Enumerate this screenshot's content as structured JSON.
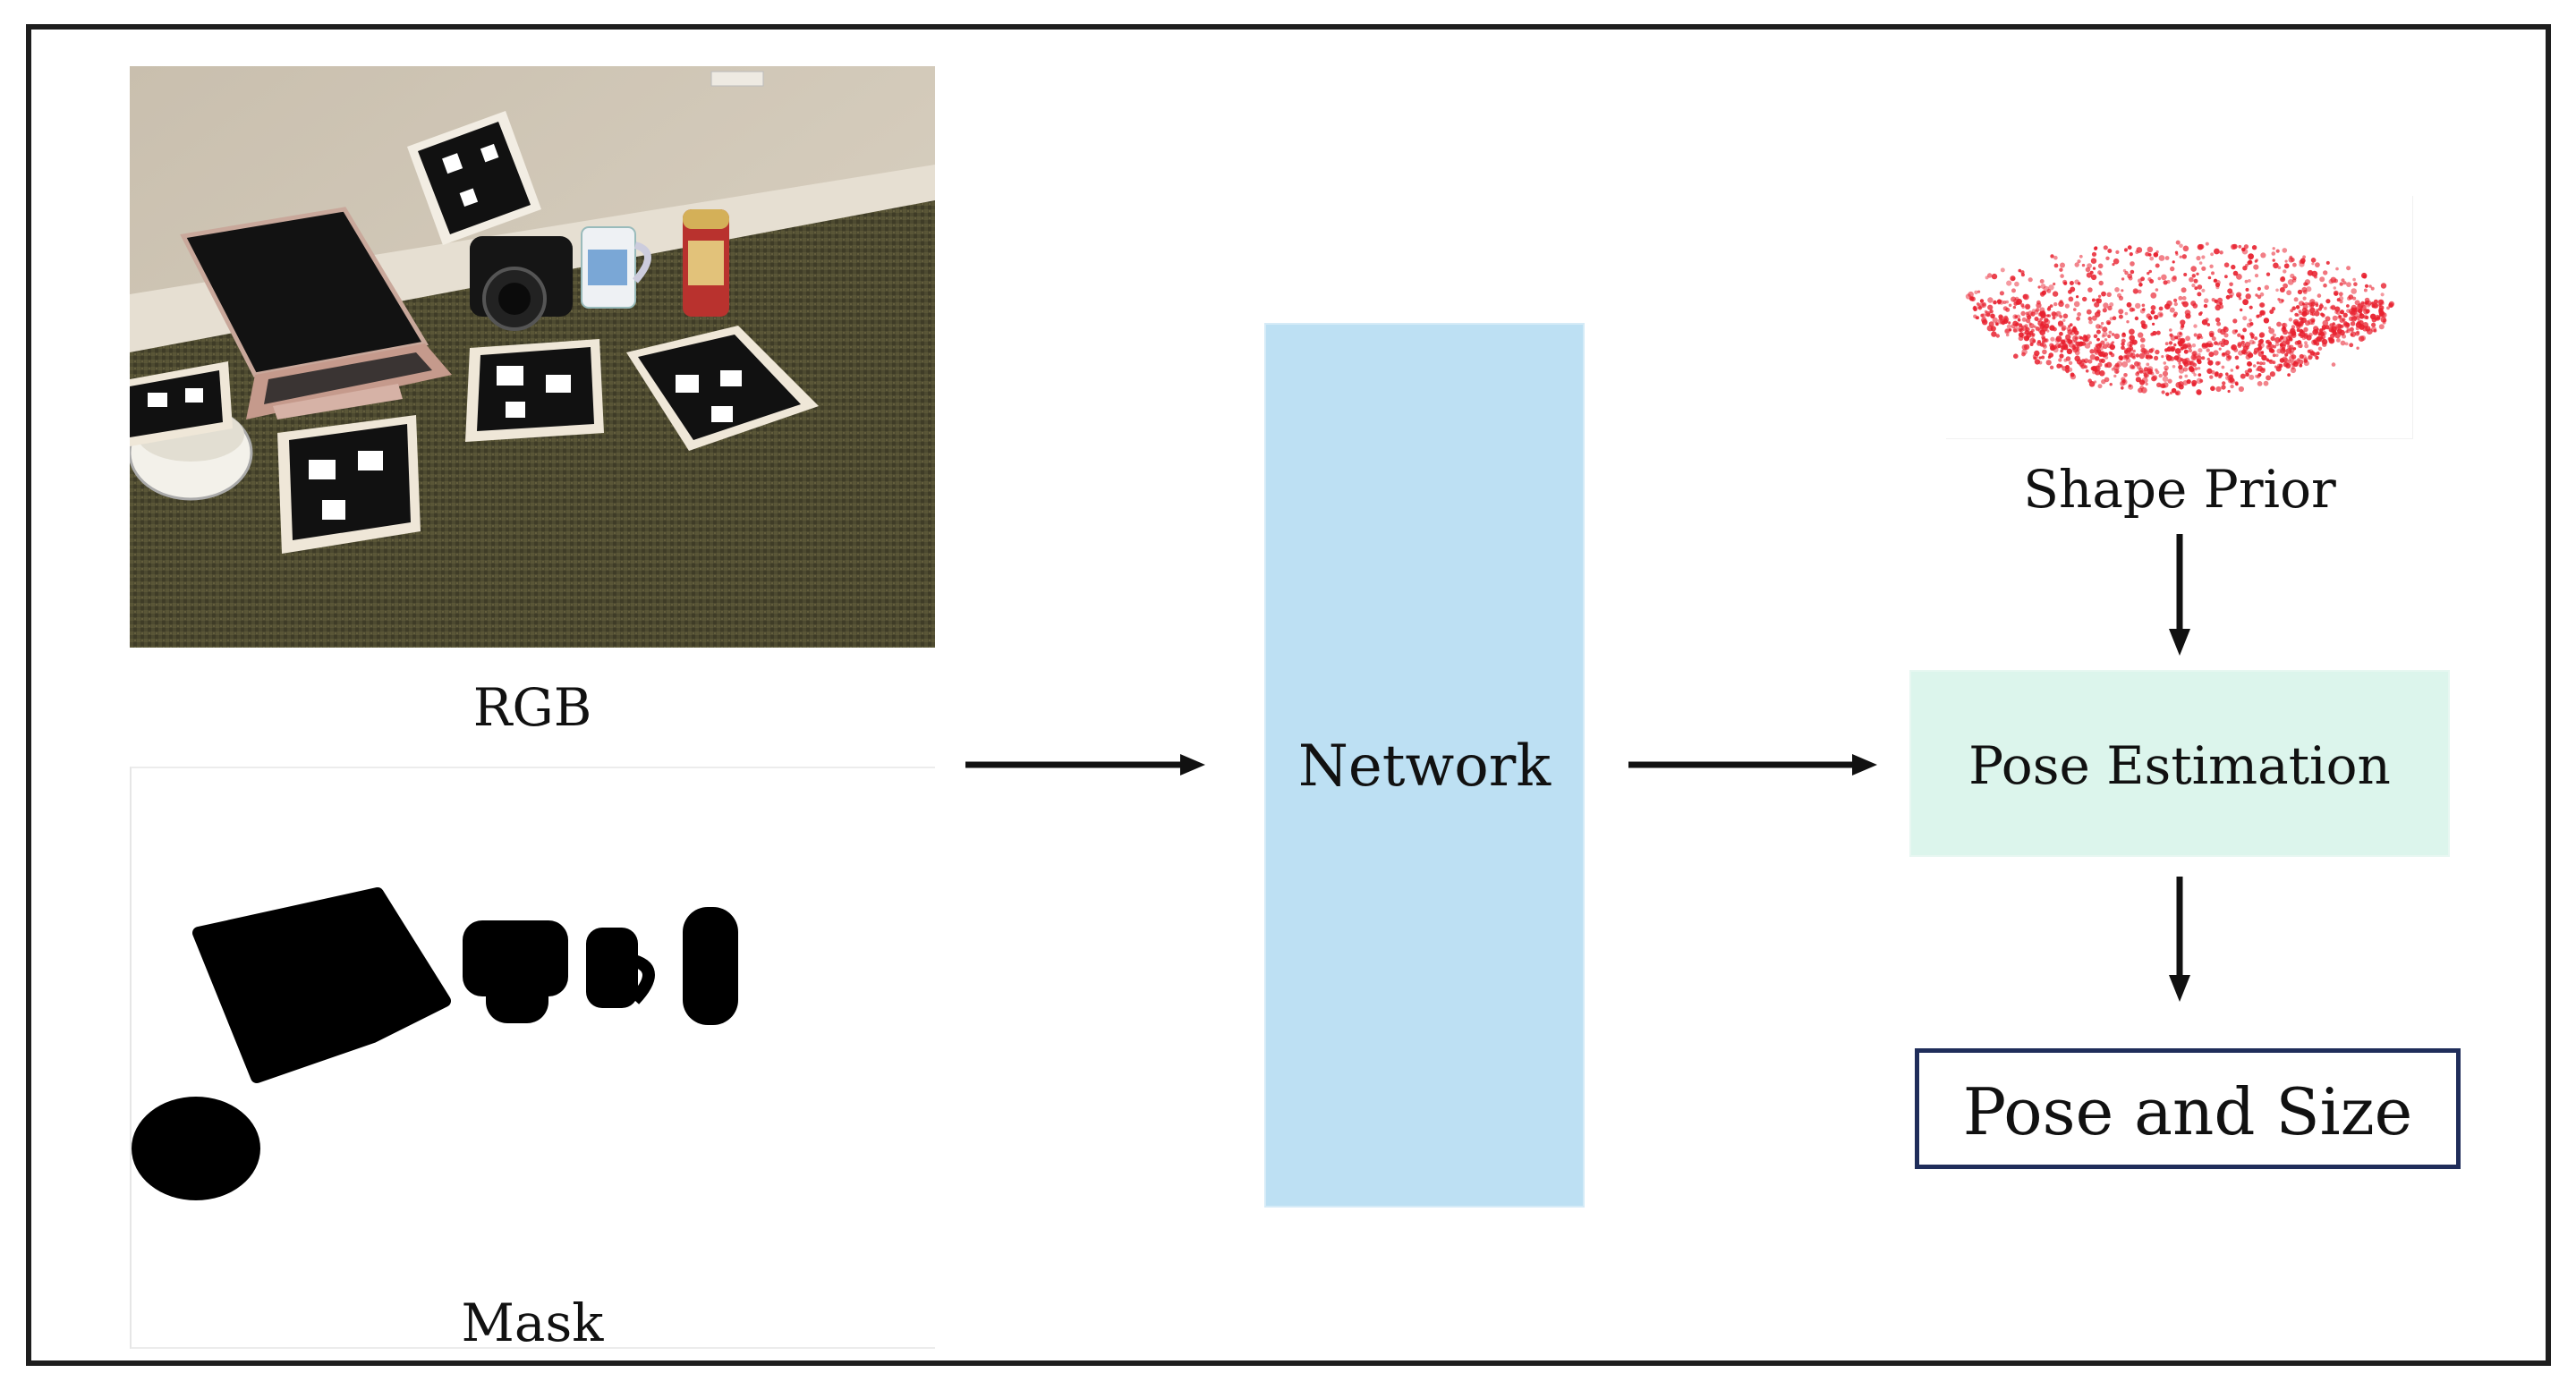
{
  "diagram": {
    "inputs": {
      "rgb_label": "RGB",
      "mask_label": "Mask"
    },
    "network_label": "Network",
    "shape_prior_label": "Shape Prior",
    "pose_estimation_label": "Pose Estimation",
    "output_label": "Pose and Size"
  },
  "colors": {
    "network_fill": "#bde0f3",
    "pose_estimation_fill": "#dcf5ec",
    "output_border": "#1f2d5a",
    "point_cloud": "#e8202e"
  }
}
